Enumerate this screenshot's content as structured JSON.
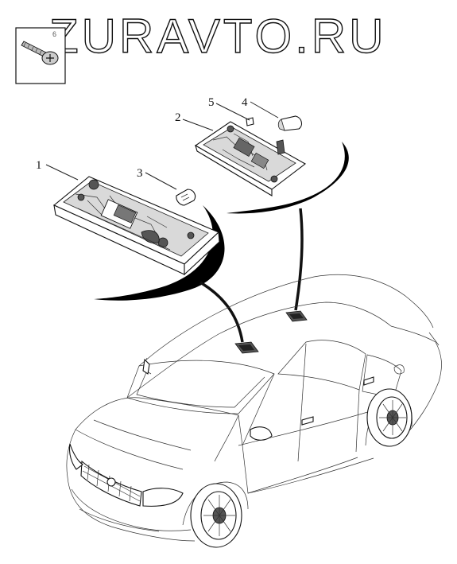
{
  "watermark": "ZURAVTO.RU",
  "inset": {
    "label": "6"
  },
  "callouts": [
    {
      "id": "1",
      "text": "1"
    },
    {
      "id": "2",
      "text": "2"
    },
    {
      "id": "3",
      "text": "3"
    },
    {
      "id": "4",
      "text": "4"
    },
    {
      "id": "5",
      "text": "5"
    }
  ]
}
